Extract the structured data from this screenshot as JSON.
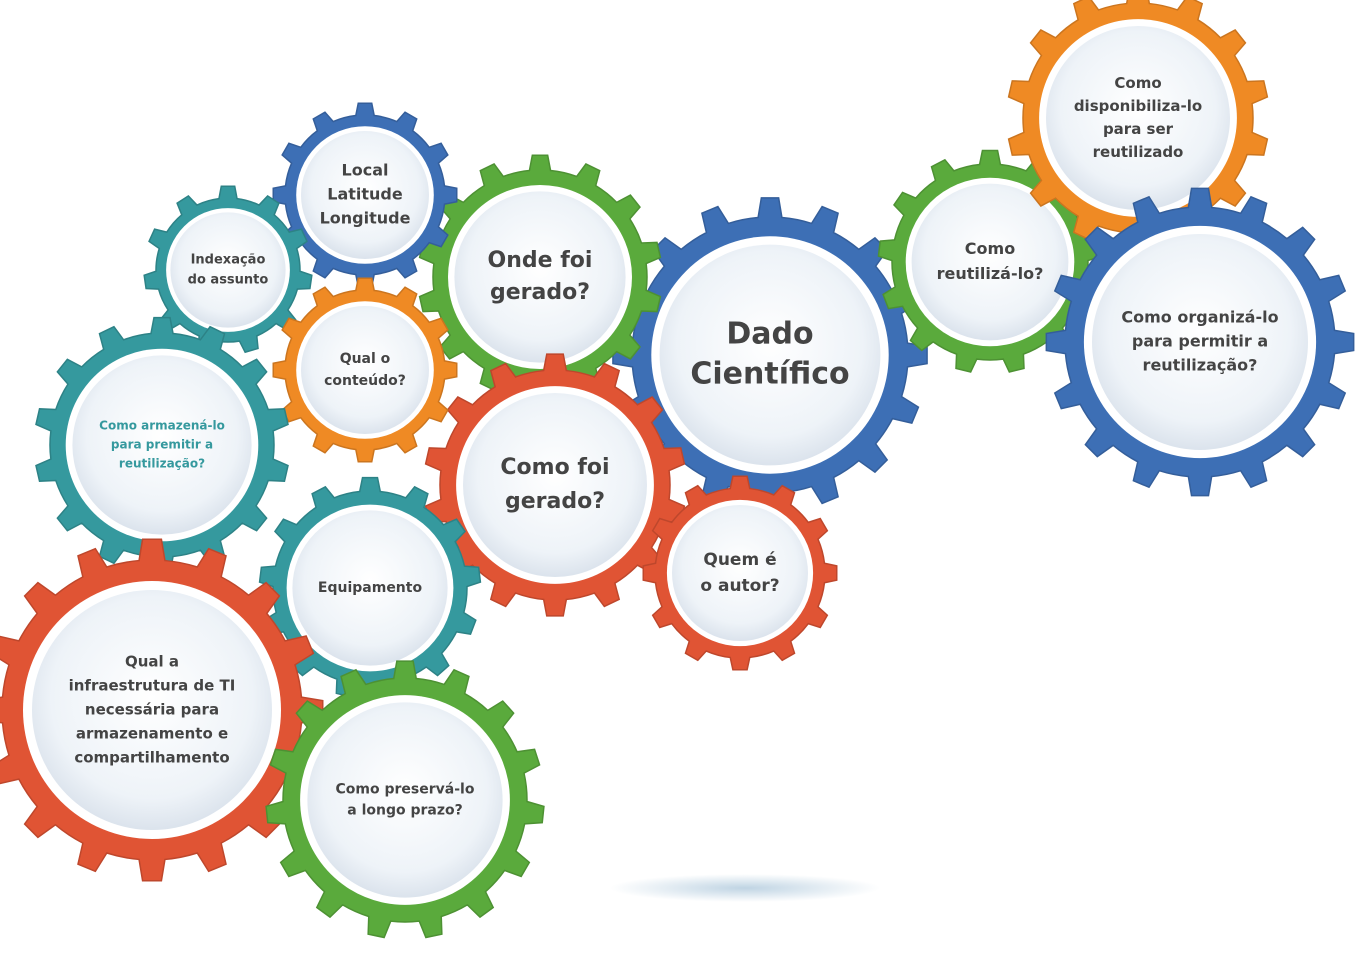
{
  "colors": {
    "blue": "#3d6fb5",
    "green": "#5aaa3c",
    "orange": "#ef8a24",
    "red": "#e05434",
    "teal": "#35999e",
    "text": "#444444",
    "center_fill": "#eaf0f6"
  },
  "gears": [
    {
      "id": "dado-cientifico",
      "color": "blue",
      "lines": [
        "Dado",
        "Científico"
      ]
    },
    {
      "id": "onde-foi-gerado",
      "color": "green",
      "lines": [
        "Onde foi",
        "gerado?"
      ]
    },
    {
      "id": "como-foi-gerado",
      "color": "red",
      "lines": [
        "Como foi",
        "gerado?"
      ]
    },
    {
      "id": "quem-e-o-autor",
      "color": "red",
      "lines": [
        "Quem é",
        "o autor?"
      ]
    },
    {
      "id": "local",
      "color": "blue",
      "lines": [
        "Local",
        "Latitude",
        "Longitude"
      ]
    },
    {
      "id": "indexacao",
      "color": "teal",
      "lines": [
        "Indexação",
        "do assunto"
      ]
    },
    {
      "id": "qual-o-conteudo",
      "color": "orange",
      "lines": [
        "Qual o",
        "conteúdo?"
      ]
    },
    {
      "id": "como-armazena",
      "color": "teal",
      "lines": [
        "Como armazená-lo",
        "para premitir a",
        "reutilização?"
      ]
    },
    {
      "id": "equipamento",
      "color": "teal",
      "lines": [
        "Equipamento"
      ]
    },
    {
      "id": "infraestrutura",
      "color": "red",
      "lines": [
        "Qual a",
        "infraestrutura de TI",
        "necessária para",
        "armazenamento e",
        "compartilhamento"
      ]
    },
    {
      "id": "como-preserva",
      "color": "green",
      "lines": [
        "Como preservá-lo",
        "a longo prazo?"
      ]
    },
    {
      "id": "como-reutiliza",
      "color": "green",
      "lines": [
        "Como",
        "reutilizá-lo?"
      ]
    },
    {
      "id": "como-disponibiliza",
      "color": "orange",
      "lines": [
        "Como",
        "disponibiliza-lo",
        "para ser",
        "reutilizado"
      ]
    },
    {
      "id": "como-organiza",
      "color": "blue",
      "lines": [
        "Como organizá-lo",
        "para permitir a",
        "reutilização?"
      ]
    }
  ]
}
